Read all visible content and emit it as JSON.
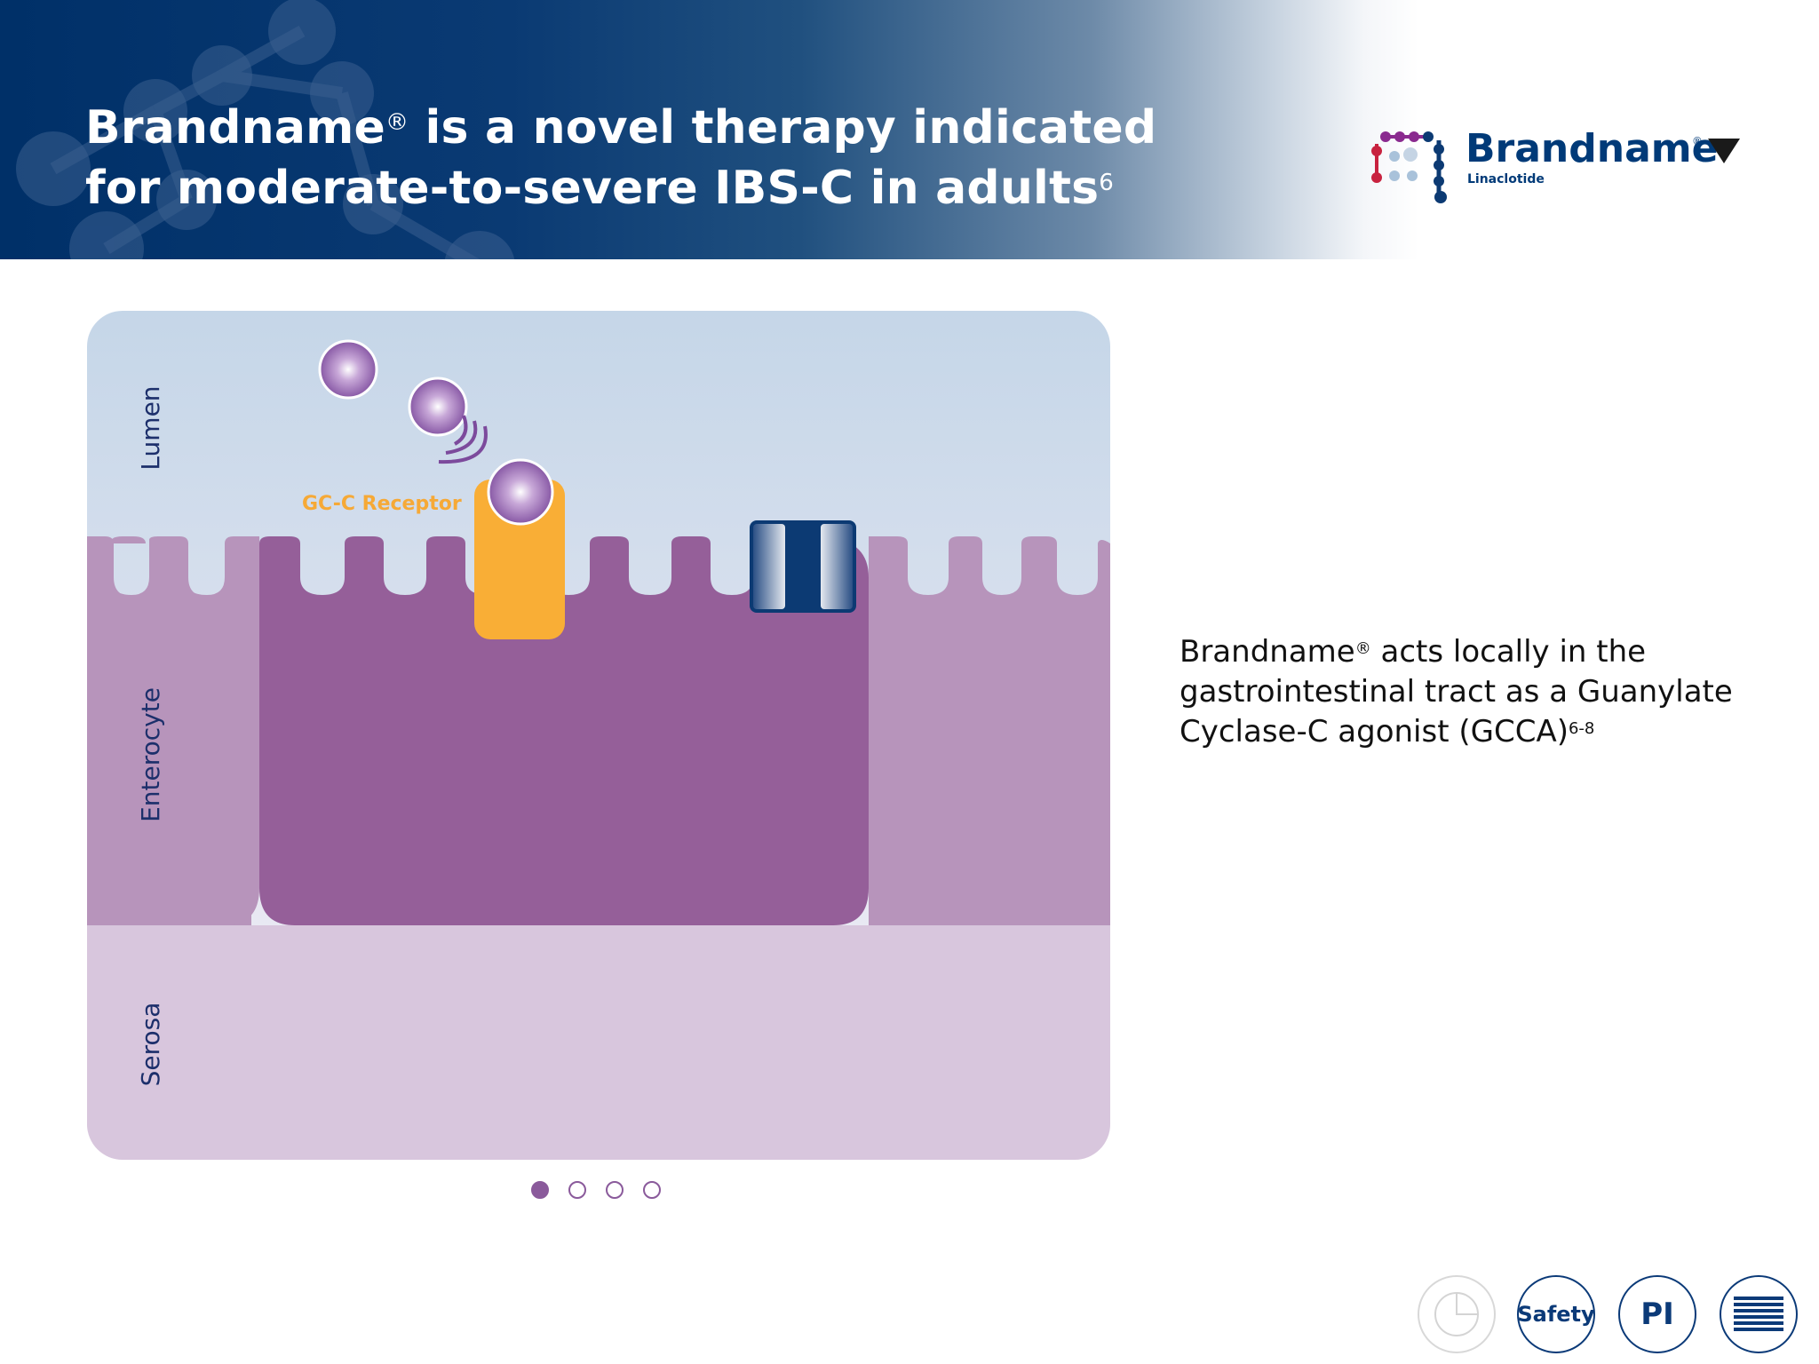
{
  "header": {
    "title_line1": "Brandname",
    "title_reg": "®",
    "title_line1_rest": " is a novel therapy indicated",
    "title_line2": "for moderate-to-severe IBS-C in adults",
    "title_ref": "6"
  },
  "logo": {
    "name": "Brandname",
    "reg": "®",
    "subtitle": "Linaclotide"
  },
  "illustration": {
    "layers": [
      "Lumen",
      "Enterocyte",
      "Serosa"
    ],
    "receptor_label": "GC-C Receptor",
    "colors": {
      "lumen": "#c5d6e8",
      "enterocyte": "#b794bb",
      "active_cell": "#955f99",
      "serosa": "#d8c6dd",
      "receptor": "#f9ae36",
      "channel": "#0c3a73",
      "molecule": "#8b55a7"
    }
  },
  "pagination": {
    "total": 4,
    "active_index": 0
  },
  "description": {
    "text_brand": "Brandname",
    "text_reg": "®",
    "text_rest": " acts locally in the gastrointestinal tract as a Guanylate Cyclase-C agonist (GCCA)",
    "text_ref": "6-8"
  },
  "nav": {
    "buttons": [
      {
        "name": "chart",
        "icon": "pie-chart-icon",
        "enabled": false
      },
      {
        "name": "safety",
        "label": "Safety",
        "enabled": true
      },
      {
        "name": "pi",
        "label": "PI",
        "enabled": true
      },
      {
        "name": "menu",
        "icon": "menu-list-icon",
        "enabled": true
      }
    ]
  }
}
